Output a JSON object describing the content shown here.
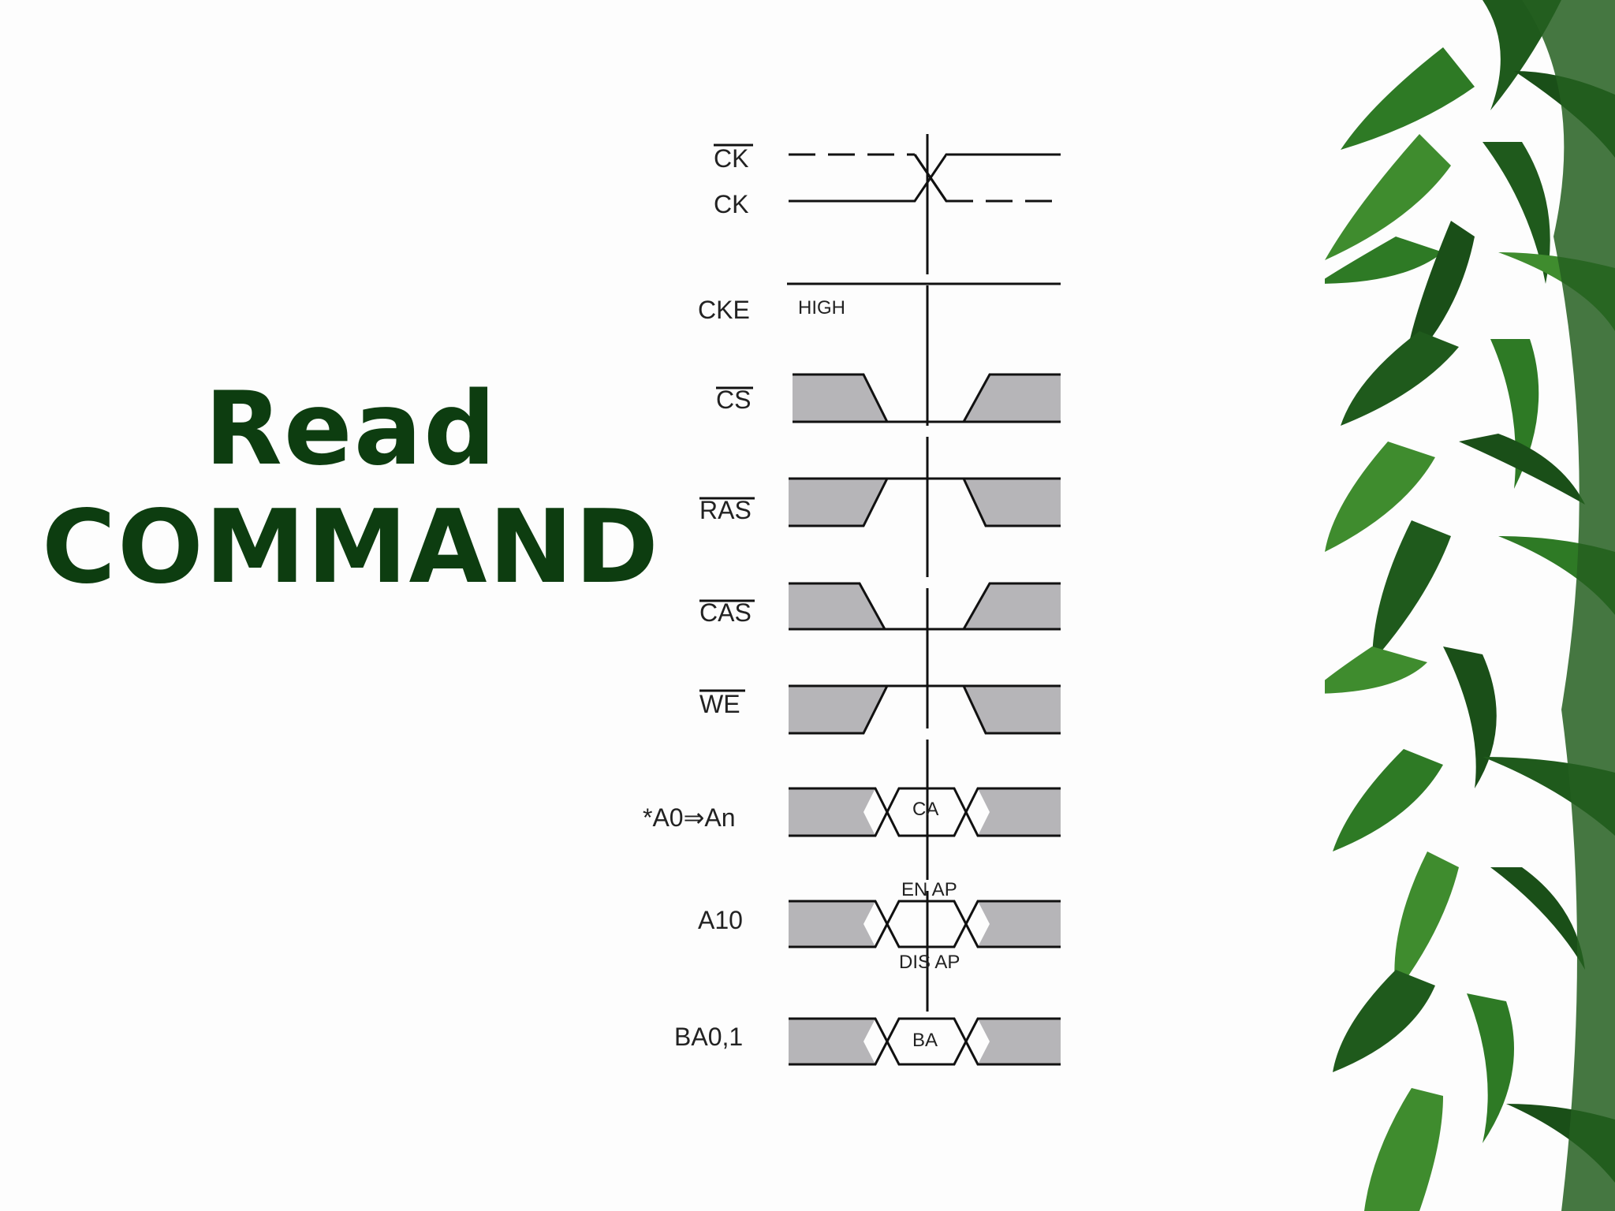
{
  "slide": {
    "title_line1": "Read",
    "title_line2": "COMMAND",
    "title_color": "#0d3d10"
  },
  "diagram": {
    "signals": [
      {
        "id": "ck_bar",
        "label": "CK",
        "overbar": true
      },
      {
        "id": "ck",
        "label": "CK",
        "overbar": false
      },
      {
        "id": "cke",
        "label": "CKE",
        "overbar": false,
        "note": "HIGH"
      },
      {
        "id": "cs",
        "label": "CS",
        "overbar": true
      },
      {
        "id": "ras",
        "label": "RAS",
        "overbar": true
      },
      {
        "id": "cas",
        "label": "CAS",
        "overbar": true
      },
      {
        "id": "we",
        "label": "WE",
        "overbar": true
      },
      {
        "id": "addr",
        "label": "*A0⇒An",
        "overbar": false,
        "value": "CA"
      },
      {
        "id": "a10",
        "label": "A10",
        "overbar": false,
        "upper": "EN AP",
        "lower": "DIS AP"
      },
      {
        "id": "ba",
        "label": "BA0,1",
        "overbar": false,
        "value": "BA"
      }
    ],
    "fill_color": "#b6b5b8",
    "line_color": "#111111"
  },
  "decor": {
    "bamboo_dark": "#1f5a1c",
    "bamboo_light": "#3f8c2e"
  }
}
